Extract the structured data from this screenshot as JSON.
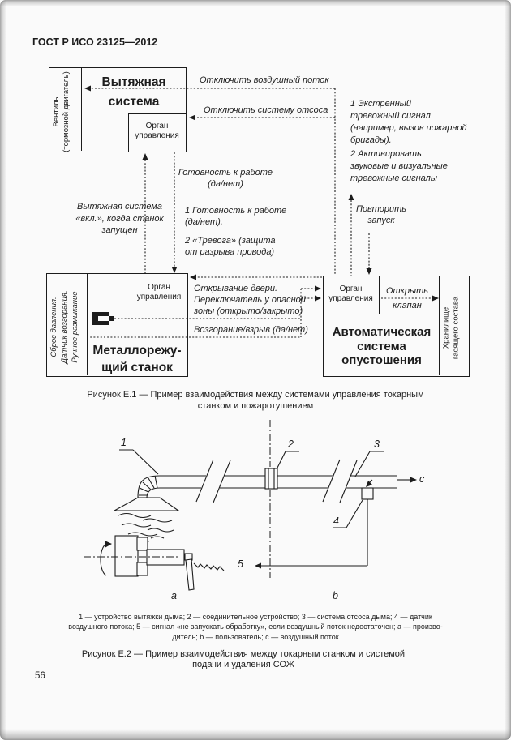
{
  "header": "ГОСТ Р ИСО 23125—2012",
  "page_number": "56",
  "colors": {
    "ink": "#1c1c1c",
    "page": "#fafafa"
  },
  "fig1": {
    "exhaust_box": {
      "title": [
        "Вытяжная",
        "система"
      ],
      "side": [
        "Вентиль",
        "(тормозной двигатель)"
      ],
      "control": "Орган управления"
    },
    "machine_box": {
      "title": [
        "Металлорежу-",
        "щий станок"
      ],
      "side": [
        "Сброс давления.",
        "Датчик возгорания.",
        "Ручное размыкание"
      ],
      "control": "Орган управления"
    },
    "emptying_box": {
      "title": [
        "Автоматическая",
        "система",
        "опустошения"
      ],
      "side": [
        "Хранилище",
        "гасящего состава"
      ],
      "control": "Орган управления"
    },
    "labels": {
      "cutoff_air": "Отключить воздушный поток",
      "cutoff_suction": "Отключить систему отсоса",
      "ready": [
        "Готовность к работе",
        "(да/нет)"
      ],
      "exhaust_on": [
        "Вытяжная система",
        "«вкл.», когда станок",
        "запущен"
      ],
      "sig1": [
        "1  Готовность к работе",
        "(да/нет)."
      ],
      "sig2": [
        "2  «Тревога» (защита",
        "от разрыва провода)"
      ],
      "note1": [
        "1  Экстренный",
        "тревожный сигнал",
        "(например, вызов пожарной",
        "бригады)."
      ],
      "note2": [
        "2  Активировать",
        "звуковые и визуальные",
        "тревожные сигналы"
      ],
      "restart": [
        "Повторить",
        "запуск"
      ],
      "door": [
        "Открывание двери.",
        "Переключатель у опасной",
        "зоны (открыто/закрыто)"
      ],
      "fire": "Возгорание/взрыв (да/нет)",
      "open_valve": [
        "Открыть",
        "клапан"
      ]
    },
    "caption": [
      "Рисунок Е.1 — Пример взаимодействия между системами  управления токарным",
      "станком и пожаротушением"
    ]
  },
  "fig2": {
    "callouts": {
      "n1": "1",
      "n2": "2",
      "n3": "3",
      "n4": "4",
      "n5": "5",
      "a": "a",
      "b": "b",
      "c": "c"
    },
    "legend": [
      "1 — устройство вытяжки дыма; 2 — соединительное устройство; 3 — система отсоса дыма;  4 — датчик",
      "воздушного потока; 5 — сигнал «не запускать обработку», если воздушный поток недостаточен;  a — произво-",
      "дитель; b — пользователь; c — воздушный поток"
    ],
    "caption": [
      "Рисунок Е.2 — Пример взаимодействия между токарным станком и системой",
      "подачи и удаления СОЖ"
    ]
  }
}
